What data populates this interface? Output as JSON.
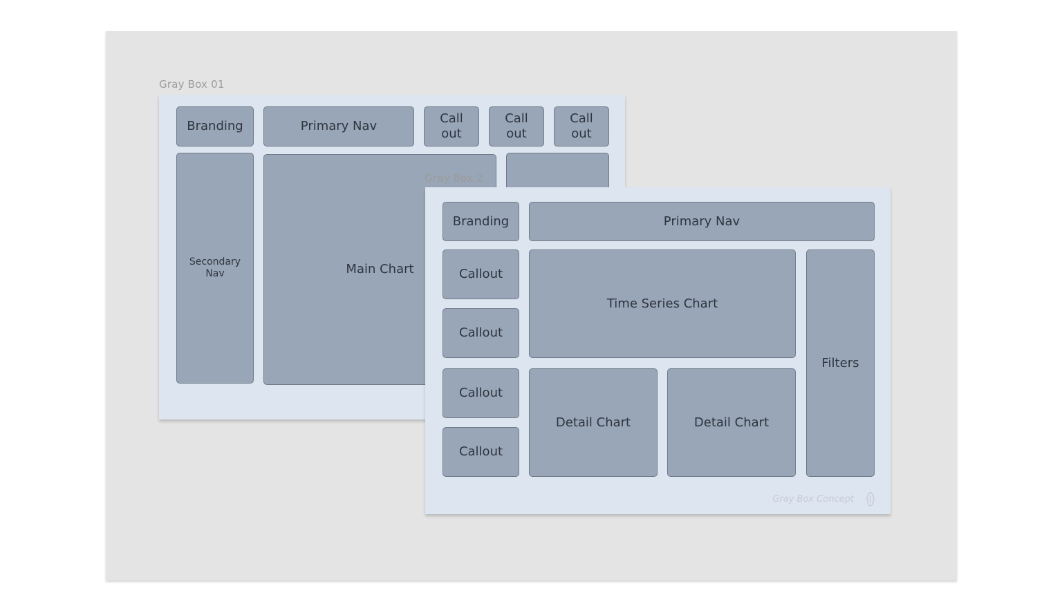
{
  "colors": {
    "canvas": "#e4e4e4",
    "frame": "#dde5f0",
    "box_fill": "#99a6b7",
    "box_border": "#6f7a88",
    "box_text": "#2e3540",
    "label_text": "#9b9b9b"
  },
  "frame1": {
    "label": "Gray Box 01",
    "boxes": {
      "branding": "Branding",
      "primary_nav": "Primary Nav",
      "callout_1": "Call\nout",
      "callout_2": "Call\nout",
      "callout_3": "Call\nout",
      "secondary_nav": "Secondary\nNav",
      "main_chart": "Main Chart",
      "side_panel": ""
    }
  },
  "frame2": {
    "label": "Gray Box 2",
    "boxes": {
      "branding": "Branding",
      "primary_nav": "Primary Nav",
      "callout_1": "Callout",
      "callout_2": "Callout",
      "callout_3": "Callout",
      "callout_4": "Callout",
      "time_series_chart": "Time Series Chart",
      "detail_chart_1": "Detail Chart",
      "detail_chart_2": "Detail Chart",
      "filters": "Filters"
    },
    "watermark": "Gray Box Concept",
    "watermark_icon": "logo-icon"
  }
}
